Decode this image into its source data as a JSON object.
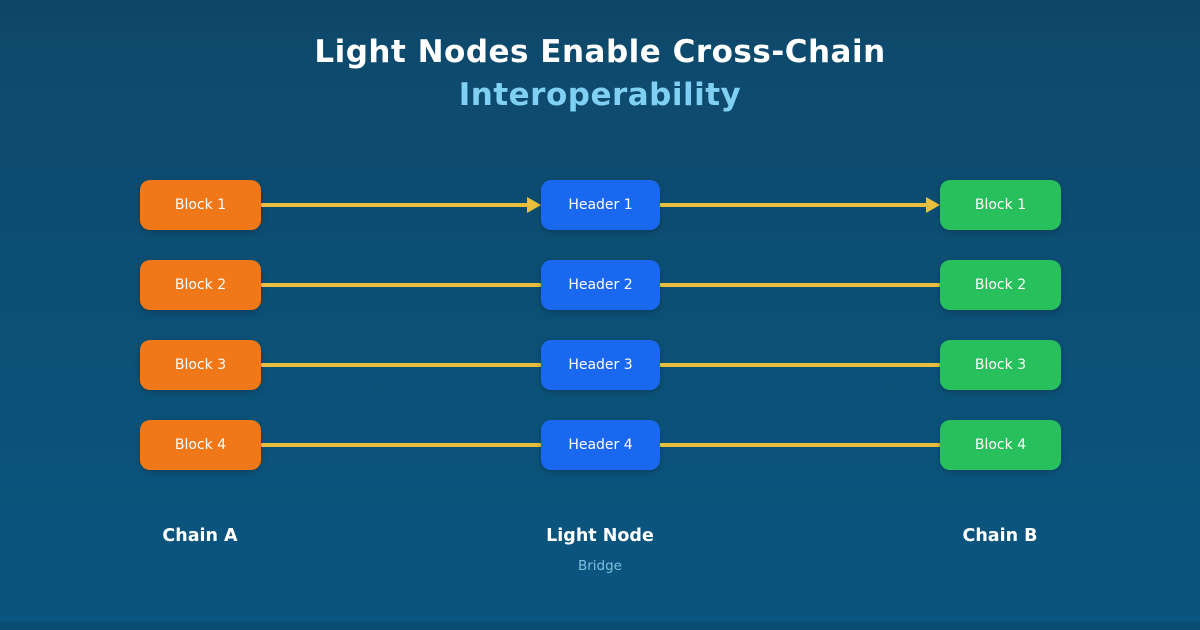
{
  "title": {
    "line1": "Light Nodes Enable Cross-Chain",
    "line2": "Interoperability"
  },
  "diagram": {
    "rows": [
      {
        "left_label": "Block 1",
        "center_label": "Header 1",
        "right_label": "Block 1",
        "has_arrows": true
      },
      {
        "left_label": "Block 2",
        "center_label": "Header 2",
        "right_label": "Block 2",
        "has_arrows": false
      },
      {
        "left_label": "Block 3",
        "center_label": "Header 3",
        "right_label": "Block 3",
        "has_arrows": false
      },
      {
        "left_label": "Block 4",
        "center_label": "Header 4",
        "right_label": "Block 4",
        "has_arrows": false
      }
    ],
    "columns": [
      {
        "label": "Chain A"
      },
      {
        "label": "Light Node",
        "sublabel": "Bridge"
      },
      {
        "label": "Chain B"
      }
    ]
  },
  "colors": {
    "background_top": "#0e4a6d",
    "background_bottom": "#0a5580",
    "chain_a_block": "#f07818",
    "light_node_block": "#1a67f0",
    "chain_b_block": "#27c05c",
    "connector": "#eabf3e",
    "title_primary": "#ffffff",
    "title_accent": "#7fd0f2",
    "bridge_text": "#7fc0dd"
  }
}
